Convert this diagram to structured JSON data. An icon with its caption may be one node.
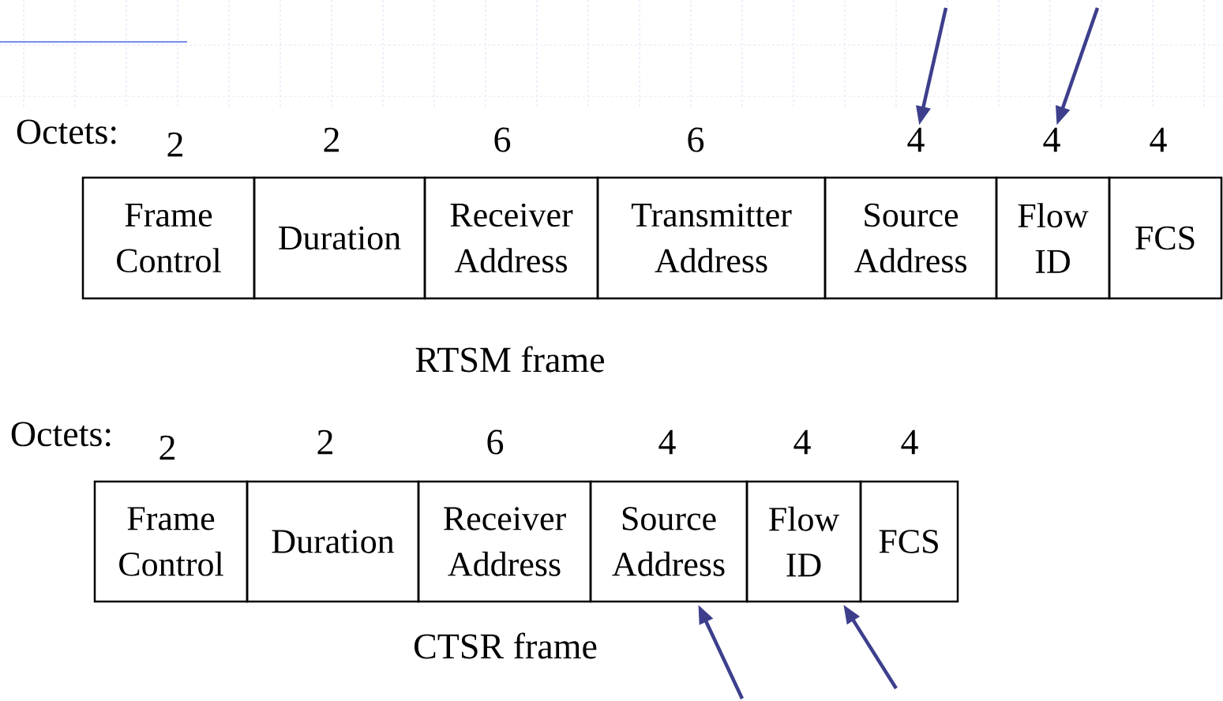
{
  "diagram": {
    "nodes": [
      {
        "text": [
          "4"
        ]
      },
      {
        "text": [
          "4"
        ]
      },
      {
        "text": [
          "Frame Control"
        ]
      },
      {
        "text": [
          "Duration"
        ]
      },
      {
        "text": [
          "Receiver Address"
        ]
      },
      {
        "text": [
          "Transmitter Address"
        ]
      },
      {
        "text": [
          "Source Address"
        ]
      },
      {
        "text": [
          "Flow ID"
        ]
      },
      {
        "text": [
          "FCS"
        ]
      },
      {
        "text": [
          "Frame Control"
        ]
      },
      {
        "text": [
          "Duration"
        ]
      },
      {
        "text": [
          "Receiver Address"
        ]
      },
      {
        "text": [
          "Source Address"
        ]
      },
      {
        "text": [
          "Flow ID"
        ]
      },
      {
        "text": [
          "FCS"
        ]
      }
    ],
    "edges": [
      {
        "from": null,
        "to": 0,
        "arrow": "to"
      },
      {
        "from": null,
        "to": 1,
        "arrow": "to"
      },
      {
        "from": null,
        "to": 12,
        "arrow": "to"
      },
      {
        "from": null,
        "to": 13,
        "arrow": "to"
      }
    ],
    "labels": [
      "Octets:",
      "2",
      "2",
      "6",
      "6",
      "4",
      "RTSM frame",
      "Octets:",
      "2",
      "2",
      "6",
      "4",
      "4",
      "4",
      "CTSR frame"
    ]
  }
}
